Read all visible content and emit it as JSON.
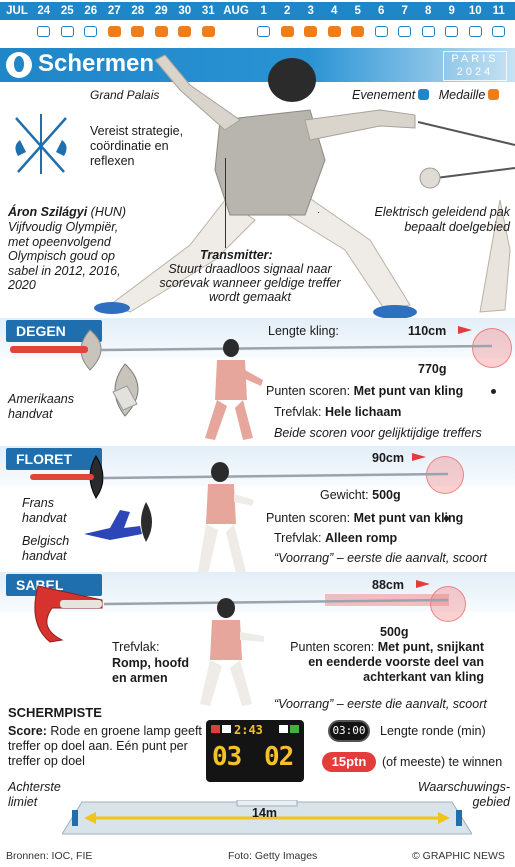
{
  "calendar": {
    "months": [
      "JUL",
      "AUG"
    ],
    "days": [
      "24",
      "25",
      "26",
      "27",
      "28",
      "29",
      "30",
      "31",
      "1",
      "2",
      "3",
      "4",
      "5",
      "6",
      "7",
      "8",
      "9",
      "10",
      "11"
    ],
    "medal_days": [
      "27",
      "28",
      "29",
      "30",
      "31",
      "2",
      "3",
      "4",
      "5"
    ],
    "colors": {
      "bar": "#1f86c8",
      "medal": "#ee7d1c"
    }
  },
  "header": {
    "title": "Schermen",
    "badge_line1": "PARIS",
    "badge_line2": "2024"
  },
  "legend": {
    "event": "Evenement",
    "medal": "Medaille"
  },
  "intro": {
    "venue": "Grand Palais",
    "description": "Vereist strategie, coördinatie en reflexen"
  },
  "athlete": {
    "name": "Áron Szilágyi",
    "country": "(HUN)",
    "bio": "Vijfvoudig Olympiër, met opeenvolgend Olympisch goud op sabel in 2012, 2016, 2020"
  },
  "annotations": {
    "vest": "Elektrisch geleidend pak bepaalt doelgebied",
    "transmitter_title": "Transmitter:",
    "transmitter_text": "Stuurt draadloos signaal naar scorevak wanneer geldige treffer wordt gemaakt"
  },
  "degen": {
    "label": "DEGEN",
    "blade_label": "Lengte kling:",
    "length": "110cm",
    "weight": "770g",
    "handle": "Amerikaans handvat",
    "scoring_label": "Punten scoren:",
    "scoring_value": "Met punt van kling",
    "target_label": "Trefvlak:",
    "target_value": "Hele lichaam",
    "note": "Beide scoren voor gelijktijdige treffers"
  },
  "floret": {
    "label": "FLORET",
    "length": "90cm",
    "weight_label": "Gewicht:",
    "weight": "500g",
    "handle1": "Frans handvat",
    "handle2": "Belgisch handvat",
    "scoring_label": "Punten scoren:",
    "scoring_value": "Met punt van kling",
    "target_label": "Trefvlak:",
    "target_value": "Alleen romp",
    "note": "“Voorrang” – eerste die aanvalt, scoort"
  },
  "sabel": {
    "label": "SABEL",
    "length": "88cm",
    "weight": "500g",
    "target_label": "Trefvlak:",
    "target_value": "Romp, hoofd en armen",
    "scoring_label": "Punten scoren:",
    "scoring_value": "Met punt, snijkant en eenderde voorste deel van achterkant van kling",
    "note": "“Voorrang” – eerste die aanvalt, scoort"
  },
  "piste": {
    "heading": "SCHERMPISTE",
    "score_label": "Score:",
    "score_text": "Rode en groene lamp geeft treffer op doel aan. Eén punt per treffer op doel",
    "clock": "2:43",
    "score_left": "03",
    "score_right": "02",
    "round_clock": "03:00",
    "round_label": "Lengte ronde (min)",
    "points": "15ptn",
    "points_label": "(of meeste) te winnen",
    "back_limit": "Achterste limiet",
    "warning_zone": "Waarschuwings-gebied",
    "length": "14m"
  },
  "footer": {
    "sources": "Bronnen: IOC, FIE",
    "photo": "Foto: Getty Images",
    "credit": "© GRAPHIC NEWS"
  }
}
